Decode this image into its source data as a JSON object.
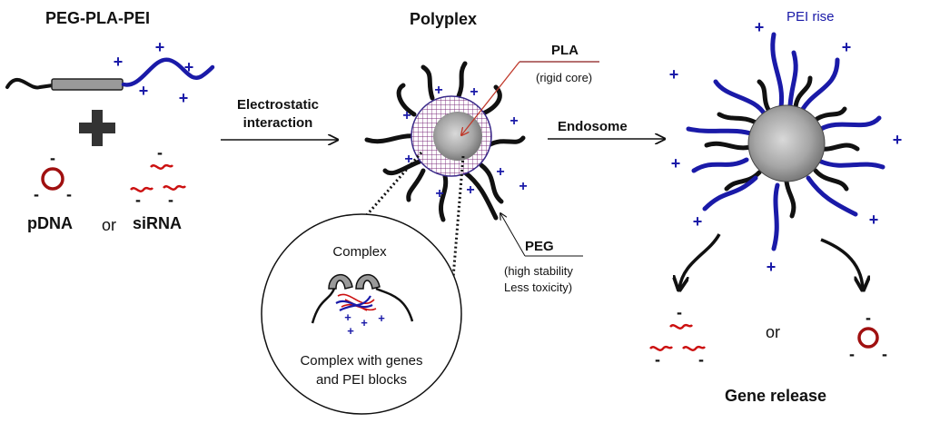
{
  "colors": {
    "peg_black": "#111111",
    "pei_blue": "#1a1aa8",
    "dna_red": "#cc1111",
    "pla_core_gray": "#9a9a9a",
    "pla_grid_purple": "#7a2a7a",
    "arrow_red": "#c0392b"
  },
  "left": {
    "title": "PEG-PLA-PEI",
    "pdna": "pDNA",
    "or": "or",
    "sirna": "siRNA"
  },
  "middle": {
    "step_label_line1": "Electrostatic",
    "step_label_line2": "interaction",
    "title": "Polyplex",
    "pla_label": "PLA",
    "pla_note": "(rigid core)",
    "peg_label": "PEG",
    "peg_note_line1": "(high stability",
    "peg_note_line2": "Less toxicity)",
    "inset_title": "Complex",
    "inset_caption_line1": "Complex with genes",
    "inset_caption_line2": "and PEI  blocks"
  },
  "right": {
    "step_label": "Endosome",
    "pei_note": "PEI rise",
    "or": "or",
    "caption": "Gene release"
  },
  "icons": {
    "plus_glyph": "+",
    "minus_glyph": "-",
    "cross": "plus-cross-icon"
  }
}
